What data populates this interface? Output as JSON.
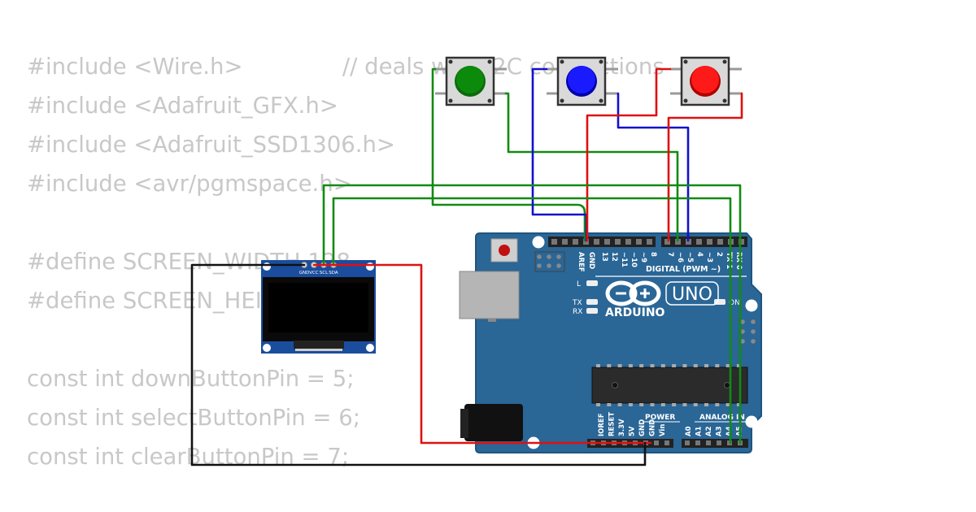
{
  "code_lines": [
    "#include <Wire.h>              // deals with I2C connections",
    "#include <Adafruit_GFX.h>",
    "#include <Adafruit_SSD1306.h>",
    "#include <avr/pgmspace.h>",
    "",
    "#define SCREEN_WIDTH 128",
    "#define SCREEN_HEIGHT 64",
    "",
    "const int downButtonPin = 5;",
    "const int selectButtonPin = 6;",
    "const int clearButtonPin = 7;"
  ],
  "buttons": [
    {
      "color": "green",
      "cap": "#0b8a0b"
    },
    {
      "color": "blue",
      "cap": "#1a1aff"
    },
    {
      "color": "red",
      "cap": "#ff1a1a"
    }
  ],
  "oled": {
    "pins": [
      "GND",
      "VCC",
      "SCL",
      "SDA"
    ]
  },
  "arduino": {
    "brand": "ARDUINO",
    "model": "UNO",
    "digital_header_label": "DIGITAL (PWM ~)",
    "digital_pins": [
      "AREF",
      "GND",
      "13",
      "12",
      "~11",
      "~10",
      "~9",
      "8",
      "7",
      "~6",
      "~5",
      "4",
      "~3",
      "2",
      "TX 1",
      "RX 0"
    ],
    "power_label": "POWER",
    "power_pins": [
      "IOREF",
      "RESET",
      "3.3V",
      "5V",
      "GND",
      "GND",
      "Vin"
    ],
    "analog_label": "ANALOG IN",
    "analog_pins": [
      "A0",
      "A1",
      "A2",
      "A3",
      "A4",
      "A5"
    ],
    "led_labels": {
      "l": "L",
      "tx": "TX",
      "rx": "RX",
      "on": "ON"
    }
  },
  "colors": {
    "board": "#2a6696",
    "board_edge": "#1f5580",
    "wire_green": "#138a13",
    "wire_blue": "#1111cc",
    "wire_red": "#e01010",
    "wire_black": "#111111",
    "code_text": "#c8c8c8"
  }
}
